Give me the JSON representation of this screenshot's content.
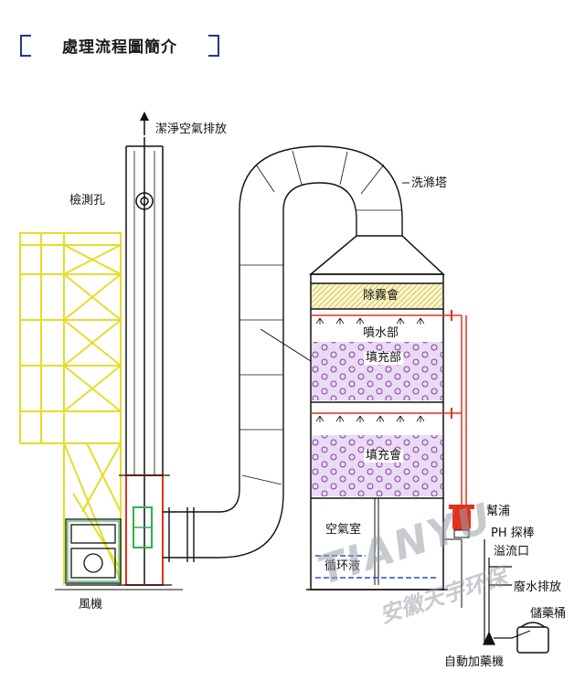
{
  "title": "處理流程圖簡介",
  "colors": {
    "line": "#111111",
    "accent_red": "#e0321e",
    "accent_green": "#2db34a",
    "frame_yellow": "#e6dc2a",
    "packing_fill": "#e9dcf2",
    "packing_dot": "#8a3aa8",
    "water_blue": "#2c4fd6",
    "mist_fill": "#fbf6cc",
    "title_bracket": "#1a3a8a"
  },
  "labels": {
    "clean_air": "潔淨空氣排放",
    "test_hole": "檢測孔",
    "scrubber": "洗滌塔",
    "demister": "除霧會",
    "spray": "噴水部",
    "packing_upper": "填充部",
    "packing_lower": "填充會",
    "air_chamber": "空氣室",
    "circulation": "循环液",
    "pump": "幫浦",
    "ph_meter": "PH 探棒",
    "overflow": "溢流口",
    "drain": "廢水排放",
    "tank": "儲藥桶",
    "dosing": "自動加藥機",
    "fan": "風機"
  },
  "watermark": {
    "brand": "TIANYU",
    "company": "安徽天宇环保"
  }
}
